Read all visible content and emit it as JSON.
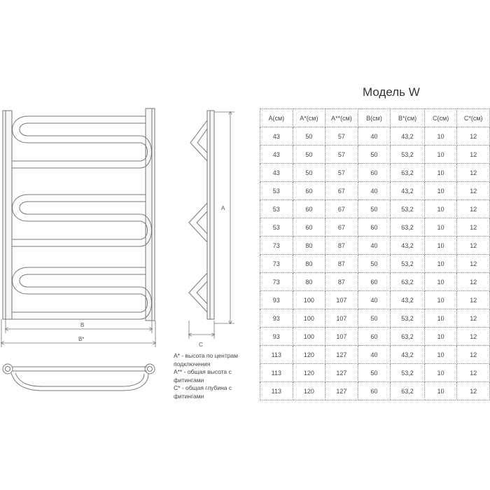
{
  "drawing": {
    "dimension_labels": {
      "A": "A",
      "B": "B",
      "B_star": "B*",
      "C": "C"
    },
    "legend": [
      "A* - высота по центрам подключения",
      "A** - общая высота с фитингами",
      "C* - общая глубина с фитингами"
    ]
  },
  "model": {
    "title": "Модель W"
  },
  "table": {
    "headers": [
      "A(см)",
      "A*(см)",
      "A**(см)",
      "B(см)",
      "B*(см)",
      "C(см)",
      "C*(см)"
    ],
    "rows": [
      [
        "43",
        "50",
        "57",
        "40",
        "43,2",
        "10",
        "12"
      ],
      [
        "43",
        "50",
        "57",
        "50",
        "53,2",
        "10",
        "12"
      ],
      [
        "43",
        "50",
        "57",
        "60",
        "63,2",
        "10",
        "12"
      ],
      [
        "53",
        "60",
        "67",
        "40",
        "43,2",
        "10",
        "12"
      ],
      [
        "53",
        "60",
        "67",
        "50",
        "53,2",
        "10",
        "12"
      ],
      [
        "53",
        "60",
        "67",
        "60",
        "63,2",
        "10",
        "12"
      ],
      [
        "73",
        "80",
        "87",
        "40",
        "43,2",
        "10",
        "12"
      ],
      [
        "73",
        "80",
        "87",
        "50",
        "53,2",
        "10",
        "12"
      ],
      [
        "73",
        "80",
        "87",
        "60",
        "63,2",
        "10",
        "12"
      ],
      [
        "93",
        "100",
        "107",
        "40",
        "43,2",
        "10",
        "12"
      ],
      [
        "93",
        "100",
        "107",
        "50",
        "53,2",
        "10",
        "12"
      ],
      [
        "93",
        "100",
        "107",
        "60",
        "63,2",
        "10",
        "12"
      ],
      [
        "113",
        "120",
        "127",
        "40",
        "43,2",
        "10",
        "12"
      ],
      [
        "113",
        "120",
        "127",
        "50",
        "53,2",
        "10",
        "12"
      ],
      [
        "113",
        "120",
        "127",
        "60",
        "63,2",
        "10",
        "12"
      ]
    ]
  }
}
